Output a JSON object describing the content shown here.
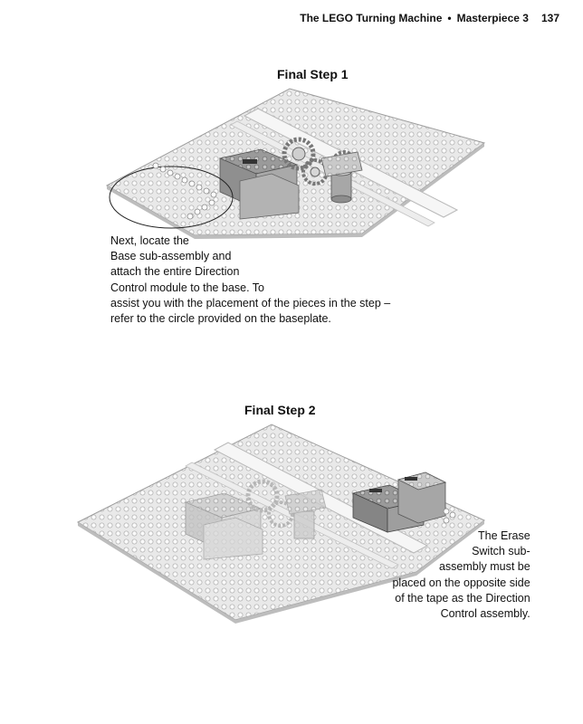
{
  "header": {
    "chapter_title": "The LEGO Turning Machine",
    "separator": "•",
    "section": "Masterpiece 3",
    "page_number": "137"
  },
  "steps": [
    {
      "title": "Final Step 1",
      "caption_lines": [
        "Next, locate the",
        "Base sub-assembly and",
        "attach the entire Direction",
        "Control module to the base. To",
        "assist you with the placement of the pieces in the step –",
        "refer to the circle provided on the baseplate."
      ]
    },
    {
      "title": "Final Step 2",
      "caption_lines": [
        "The Erase",
        "Switch sub-",
        "assembly must be",
        "placed on the opposite side",
        "of the tape as the Direction",
        "Control assembly."
      ]
    }
  ],
  "colors": {
    "baseplate": "#e6e6e6",
    "baseplate_edge": "#bdbdbd",
    "brick_dark": "#8c8c8c",
    "brick_light": "#cfcfcf",
    "tape": "#f4f4f4"
  }
}
